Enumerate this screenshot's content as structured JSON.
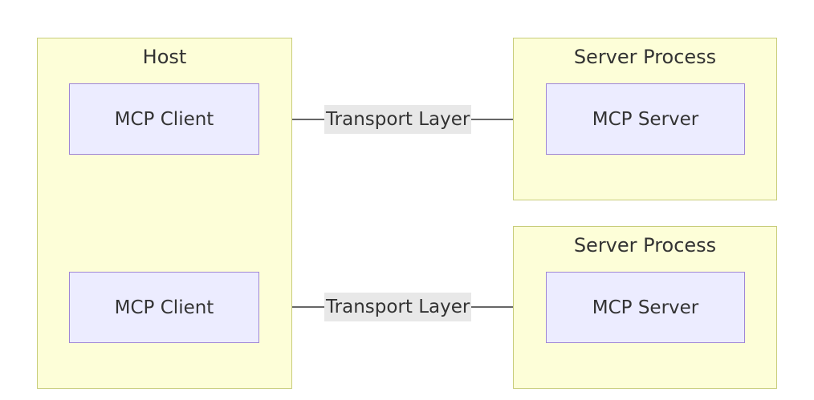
{
  "host": {
    "title": "Host",
    "clients": [
      {
        "label": "MCP Client"
      },
      {
        "label": "MCP Client"
      }
    ]
  },
  "server_processes": [
    {
      "title": "Server Process",
      "server_label": "MCP Server"
    },
    {
      "title": "Server Process",
      "server_label": "MCP Server"
    }
  ],
  "connections": [
    {
      "label": "Transport Layer",
      "direction": "bidirectional"
    },
    {
      "label": "Transport Layer",
      "direction": "bidirectional"
    }
  ],
  "colors": {
    "group_fill": "#fdfed8",
    "group_border": "#c8cd7a",
    "node_fill": "#ececff",
    "node_border": "#9f86d6",
    "edge_label_bg": "#e8e8e8",
    "text": "#333333"
  }
}
